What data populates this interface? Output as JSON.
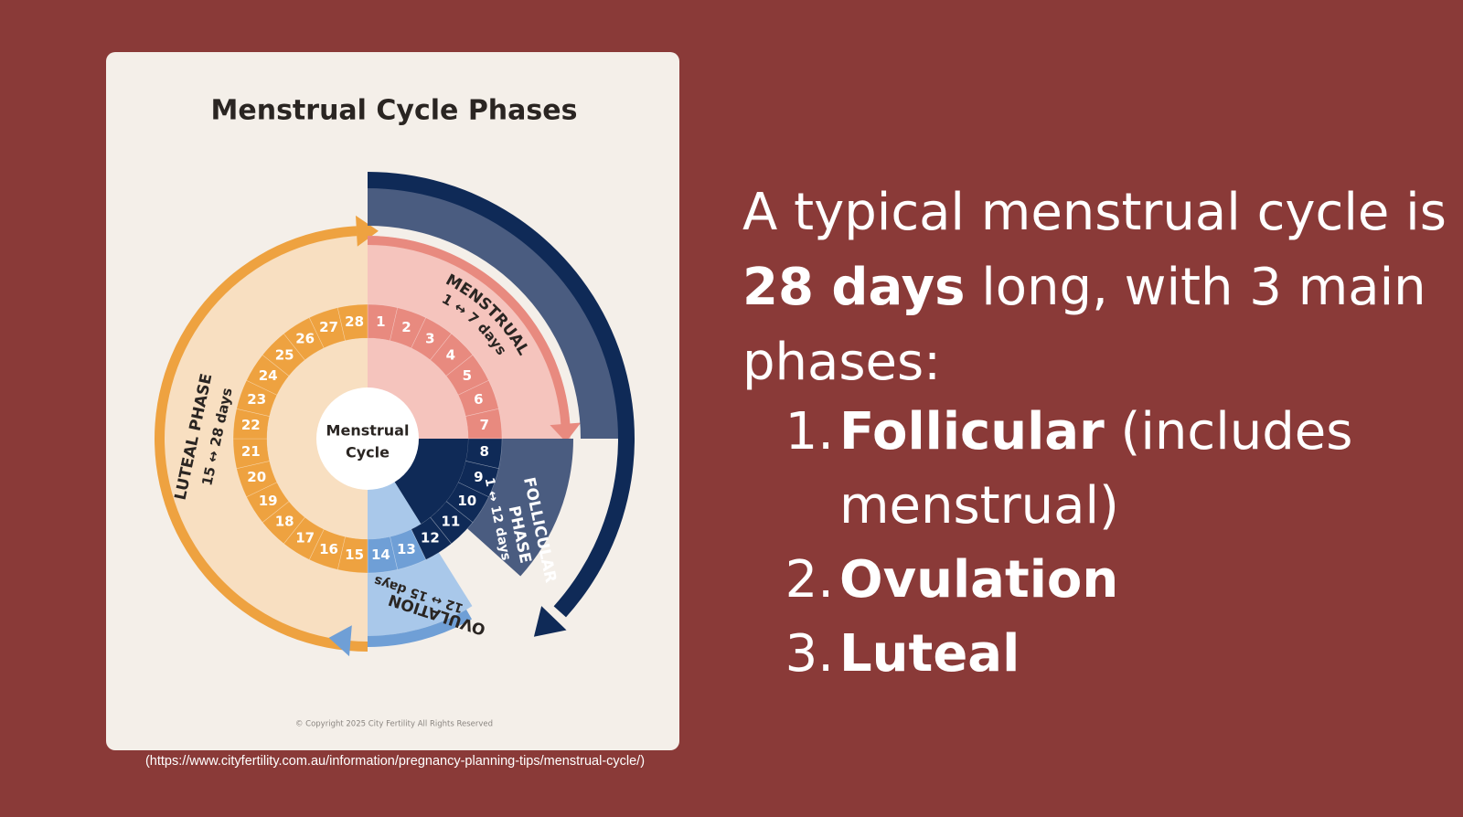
{
  "diagram": {
    "title": "Menstrual Cycle Phases",
    "center_label": [
      "Menstrual",
      "Cycle"
    ],
    "copyright": "© Copyright 2025 City Fertility All Rights Reserved",
    "days": [
      "1",
      "2",
      "3",
      "4",
      "5",
      "6",
      "7",
      "8",
      "9",
      "10",
      "11",
      "12",
      "13",
      "14",
      "15",
      "16",
      "17",
      "18",
      "19",
      "20",
      "21",
      "22",
      "23",
      "24",
      "25",
      "26",
      "27",
      "28"
    ],
    "phases": {
      "menstrual": {
        "name": "MENSTRUAL",
        "range": "1 ↔ 7 days",
        "color": "#e88a7f"
      },
      "follicular": {
        "name_line1": "FOLLICULAR",
        "name_line2": "PHASE",
        "range": "1 ↔ 12 days",
        "color": "#0f2a57"
      },
      "ovulation": {
        "name": "OVULATION",
        "range": "12 ↔ 15 days",
        "color": "#6f9fd6"
      },
      "luteal": {
        "name": "LUTEAL PHASE",
        "range": "15 ↔ 28 days",
        "color": "#eea240"
      }
    }
  },
  "source_url": "(https://www.cityfertility.com.au/information/pregnancy-planning-tips/menstrual-cycle/)",
  "headline": {
    "part1": "A typical menstrual cycle is ",
    "emphasis": "28 days",
    "part2": " long, with 3 main phases:"
  },
  "phase_list": [
    {
      "number": "1.",
      "name": "Follicular",
      "note": " (includes menstrual)"
    },
    {
      "number": "2.",
      "name": "Ovulation",
      "note": ""
    },
    {
      "number": "3.",
      "name": "Luteal",
      "note": ""
    }
  ]
}
